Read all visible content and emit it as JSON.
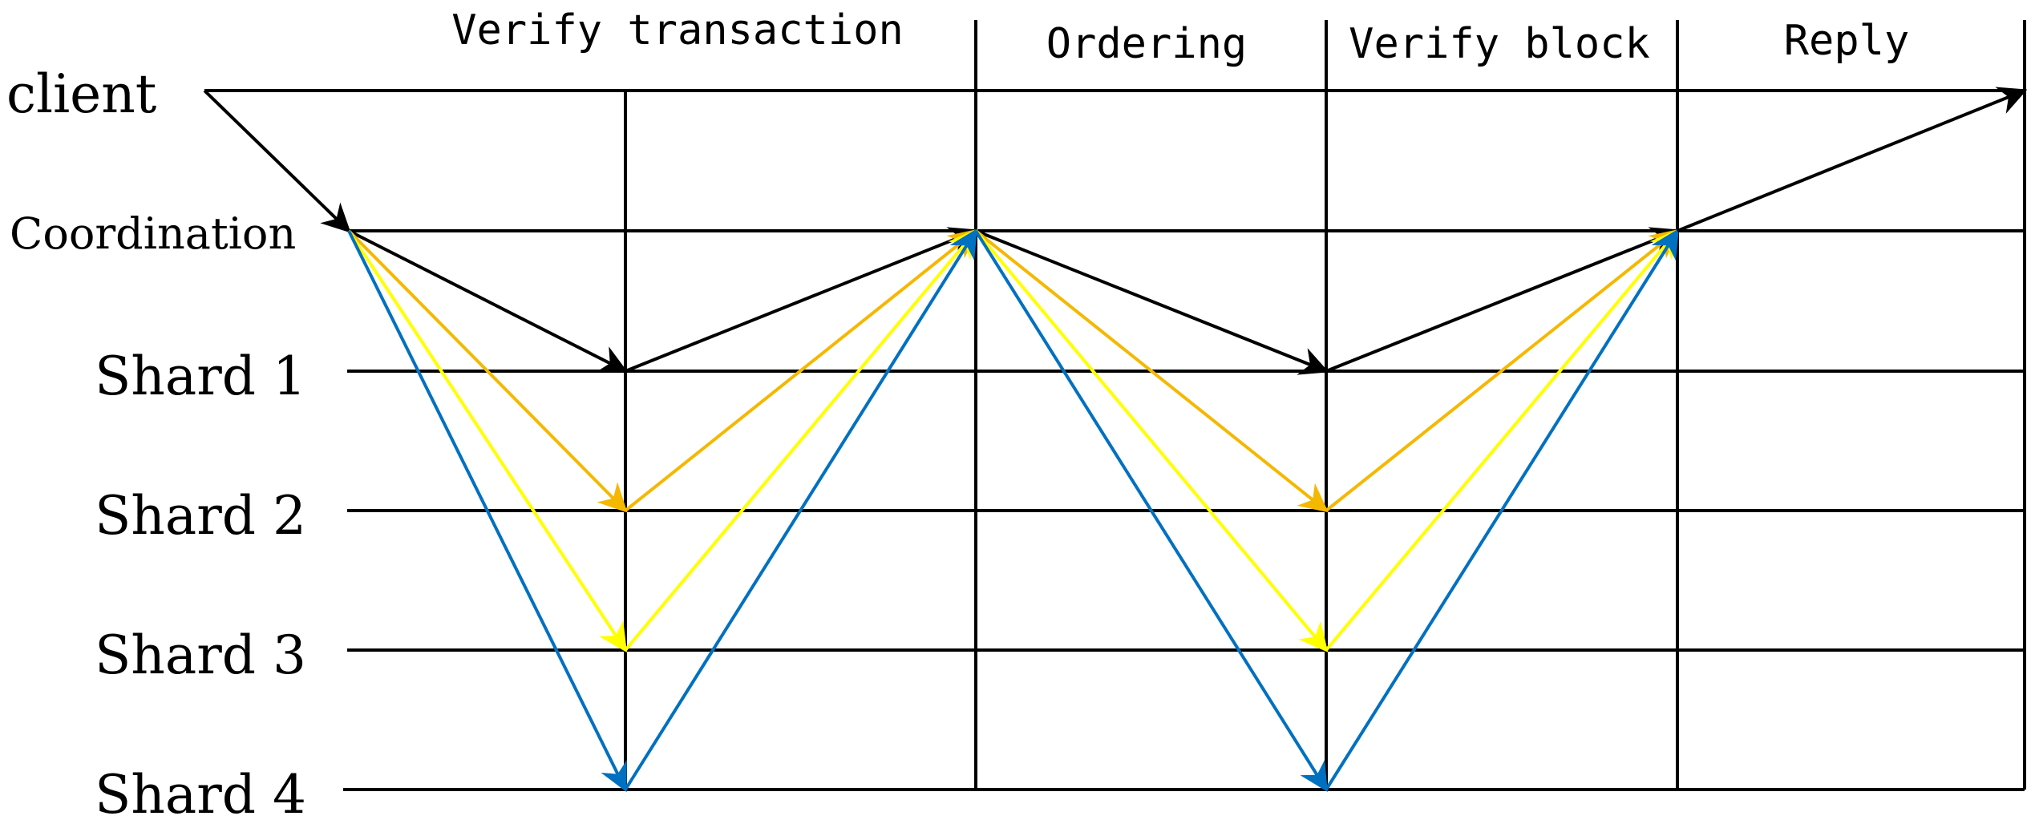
{
  "phases": [
    {
      "id": "verify-transaction",
      "label": "Verify transaction"
    },
    {
      "id": "ordering",
      "label": "Ordering"
    },
    {
      "id": "verify-block",
      "label": "Verify block"
    },
    {
      "id": "reply",
      "label": "Reply"
    }
  ],
  "lanes": [
    {
      "id": "client",
      "label": "client"
    },
    {
      "id": "coordination",
      "label": "Coordination"
    },
    {
      "id": "shard-1",
      "label": "Shard 1"
    },
    {
      "id": "shard-2",
      "label": "Shard 2"
    },
    {
      "id": "shard-3",
      "label": "Shard 3"
    },
    {
      "id": "shard-4",
      "label": "Shard 4"
    }
  ],
  "colors": {
    "line": "#000000",
    "shard-1": "#000000",
    "shard-2": "#F5B800",
    "shard-3": "#FFFF00",
    "shard-4": "#0070C0"
  },
  "messages": [
    {
      "from": "client",
      "to": "coordination",
      "color_key": "line"
    },
    {
      "from": "coordination",
      "to": "shard-1",
      "color_key": "shard-1"
    },
    {
      "from": "coordination",
      "to": "shard-2",
      "color_key": "shard-2"
    },
    {
      "from": "coordination",
      "to": "shard-3",
      "color_key": "shard-3"
    },
    {
      "from": "coordination",
      "to": "shard-4",
      "color_key": "shard-4"
    },
    {
      "from": "shard-1",
      "to": "coordination",
      "color_key": "shard-1"
    },
    {
      "from": "shard-2",
      "to": "coordination",
      "color_key": "shard-2"
    },
    {
      "from": "shard-3",
      "to": "coordination",
      "color_key": "shard-3"
    },
    {
      "from": "shard-4",
      "to": "coordination",
      "color_key": "shard-4"
    },
    {
      "from": "coordination",
      "to": "shard-1",
      "color_key": "shard-1"
    },
    {
      "from": "coordination",
      "to": "shard-2",
      "color_key": "shard-2"
    },
    {
      "from": "coordination",
      "to": "shard-3",
      "color_key": "shard-3"
    },
    {
      "from": "coordination",
      "to": "shard-4",
      "color_key": "shard-4"
    },
    {
      "from": "shard-1",
      "to": "coordination",
      "color_key": "shard-1"
    },
    {
      "from": "shard-2",
      "to": "coordination",
      "color_key": "shard-2"
    },
    {
      "from": "shard-3",
      "to": "coordination",
      "color_key": "shard-3"
    },
    {
      "from": "shard-4",
      "to": "coordination",
      "color_key": "shard-4"
    },
    {
      "from": "coordination",
      "to": "client",
      "color_key": "line"
    }
  ]
}
